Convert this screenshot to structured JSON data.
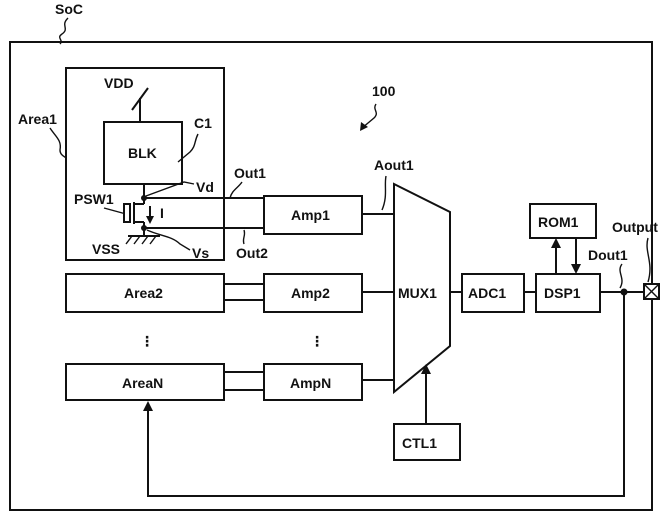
{
  "figure": {
    "soc_label": "SoC",
    "ref_number": "100",
    "area1_label": "Area1",
    "vdd_label": "VDD",
    "c1_label": "C1",
    "blk_label": "BLK",
    "vd_label": "Vd",
    "psw1_label": "PSW1",
    "current_label": "I",
    "vss_label": "VSS",
    "vs_label": "Vs",
    "out1_label": "Out1",
    "out2_label": "Out2",
    "amp1_label": "Amp1",
    "amp2_label": "Amp2",
    "ampn_label": "AmpN",
    "area2_label": "Area2",
    "arean_label": "AreaN",
    "aout1_label": "Aout1",
    "mux1_label": "MUX1",
    "adc1_label": "ADC1",
    "dsp1_label": "DSP1",
    "rom1_label": "ROM1",
    "dout1_label": "Dout1",
    "output_label": "Output",
    "ctl1_label": "CTL1",
    "dots_left": "⋮",
    "dots_mid": "⋮"
  }
}
